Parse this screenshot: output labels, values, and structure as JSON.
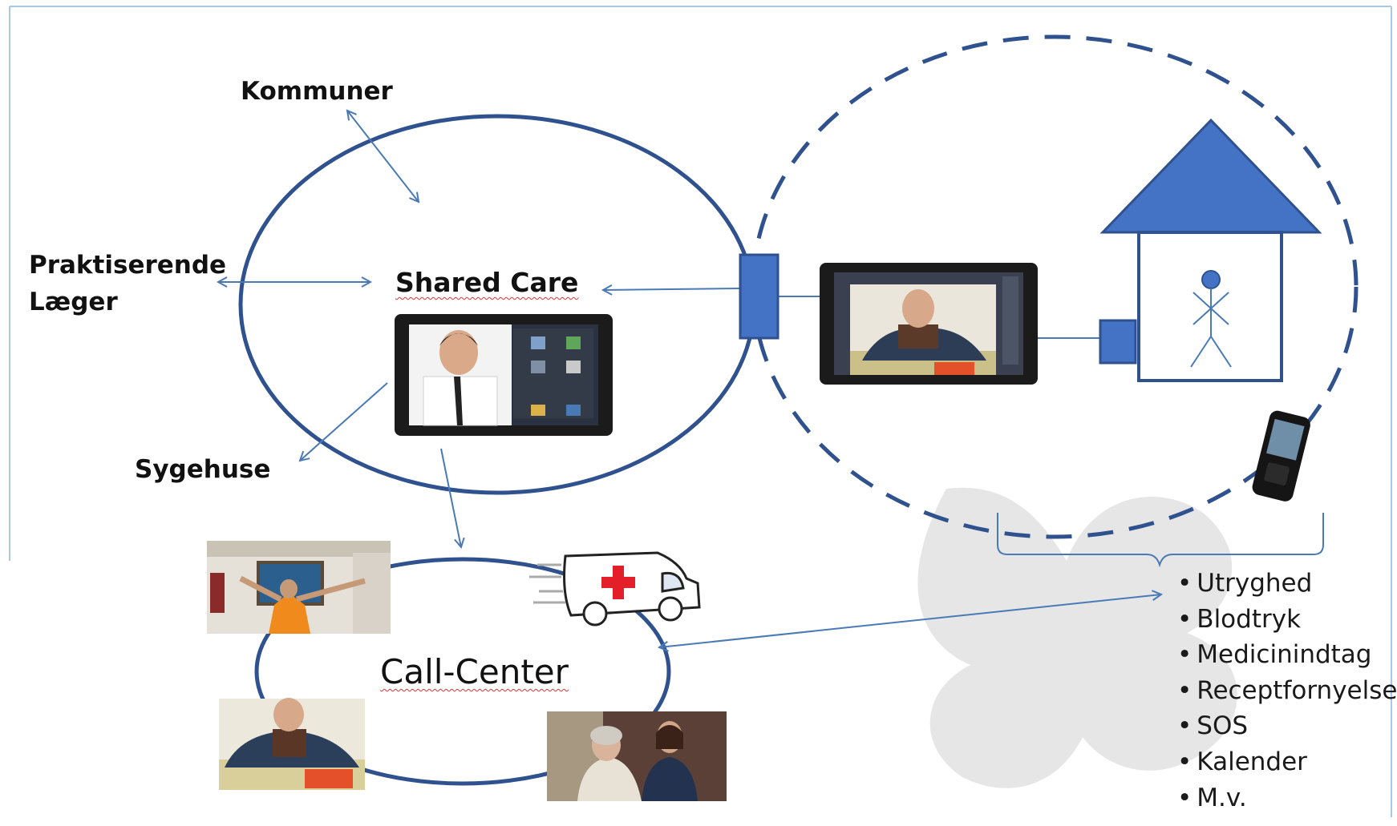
{
  "labels": {
    "kommuner": "Kommuner",
    "praktiserende": "Praktiserende",
    "laeger": "Læger",
    "sygehuse": "Sygehuse",
    "shared_care": "Shared Care",
    "call_center": "Call-Center"
  },
  "bullet_items": [
    "Utryghed",
    "Blodtryk",
    "Medicinindtag",
    "Receptfornyelse",
    "SOS",
    "Kalender",
    "M.v."
  ],
  "colors": {
    "line": "#2f528f",
    "arrow": "#4a7ab5",
    "house": "#4472c4",
    "house_outline": "#2f528f",
    "watermark": "#e6e6e6",
    "border": "#a9c8e8"
  },
  "icons": {
    "house": "house-icon",
    "person": "person-icon",
    "tablet": "tablet-icon",
    "phone": "mobile-phone-icon",
    "ambulance": "ambulance-icon"
  }
}
